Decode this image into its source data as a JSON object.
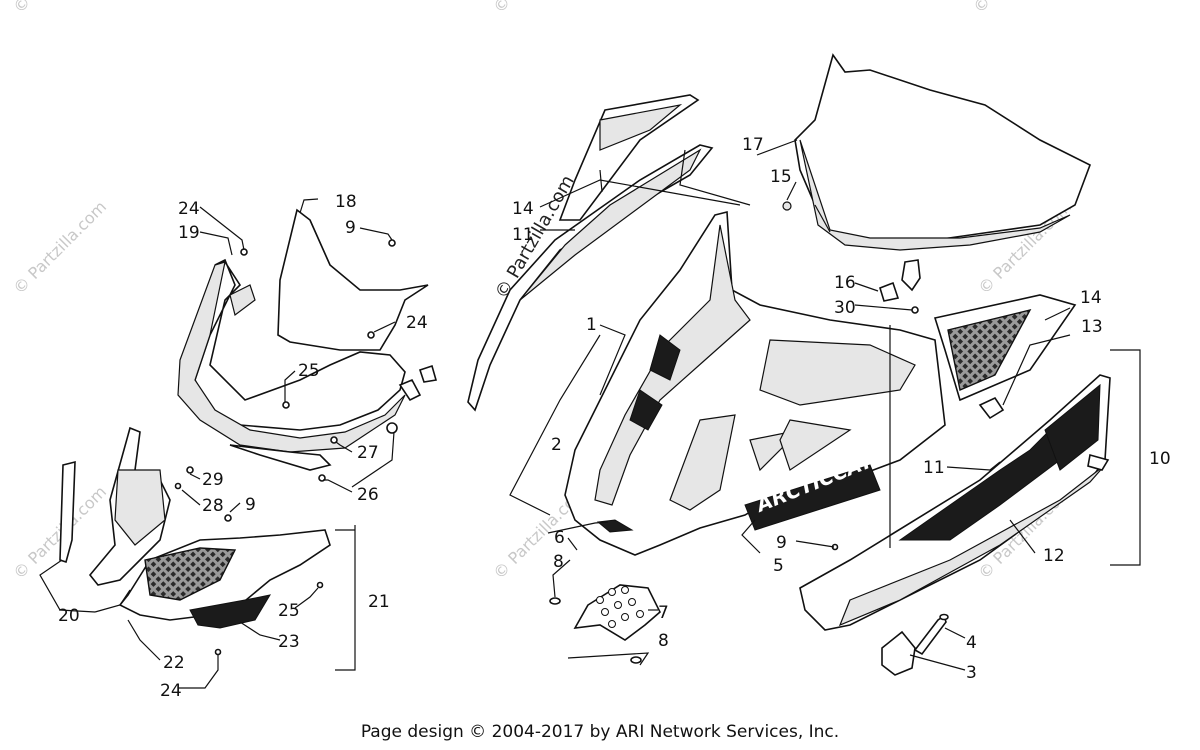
{
  "footer": {
    "text": "Page design © 2004-2017 by ARI Network Services, Inc."
  },
  "watermark": {
    "text": "© Partzilla.com",
    "icon": "copyright-icon"
  },
  "callouts": {
    "c1": "1",
    "c2": "2",
    "c3": "3",
    "c4": "4",
    "c5": "5",
    "c6": "6",
    "c7": "7",
    "c8a": "8",
    "c8b": "8",
    "c9a": "9",
    "c9b": "9",
    "c9c": "9",
    "c10": "10",
    "c11a": "11",
    "c11b": "11",
    "c12": "12",
    "c13": "13",
    "c14a": "14",
    "c14b": "14",
    "c15": "15",
    "c16": "16",
    "c17": "17",
    "c18": "18",
    "c19": "19",
    "c20": "20",
    "c21": "21",
    "c22": "22",
    "c23": "23",
    "c24a": "24",
    "c24b": "24",
    "c24c": "24",
    "c25a": "25",
    "c25b": "25",
    "c26": "26",
    "c27": "27",
    "c28": "28",
    "c29": "29",
    "c30": "30"
  },
  "decal_text": "ARCTICCAT",
  "colors": {
    "ink": "#111111",
    "watermark": "#c8c8c8",
    "background": "#ffffff"
  }
}
